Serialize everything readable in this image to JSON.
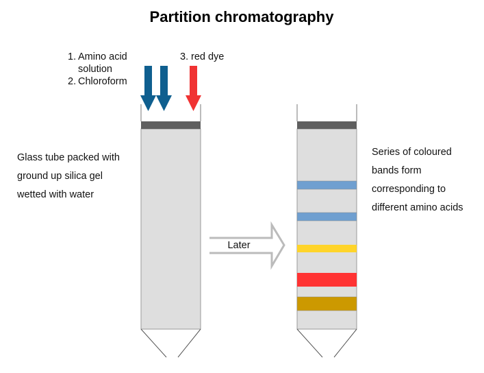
{
  "title": "Partition chromatography",
  "inputs": [
    {
      "number": "1.",
      "text_line1": "Amino acid",
      "text_line2": "solution",
      "color": "#0f5f8f"
    },
    {
      "number": "2.",
      "text_line1": "Chloroform",
      "color": "#0f5f8f"
    },
    {
      "number": "3.",
      "text_line1": "red dye",
      "color": "#f03333"
    }
  ],
  "left_label": [
    "Glass tube packed with",
    "ground up silica gel",
    "wetted with water"
  ],
  "right_label": [
    "Series of coloured",
    "bands form",
    "corresponding to",
    "different amino acids"
  ],
  "arrow_label": "Later",
  "bands": [
    {
      "name": "blue-band-1",
      "color": "#6f9fd0"
    },
    {
      "name": "blue-band-2",
      "color": "#6f9fd0"
    },
    {
      "name": "yellow-band",
      "color": "#ffd42a"
    },
    {
      "name": "red-band",
      "color": "#ff3333"
    },
    {
      "name": "gold-band",
      "color": "#cc9900"
    }
  ]
}
